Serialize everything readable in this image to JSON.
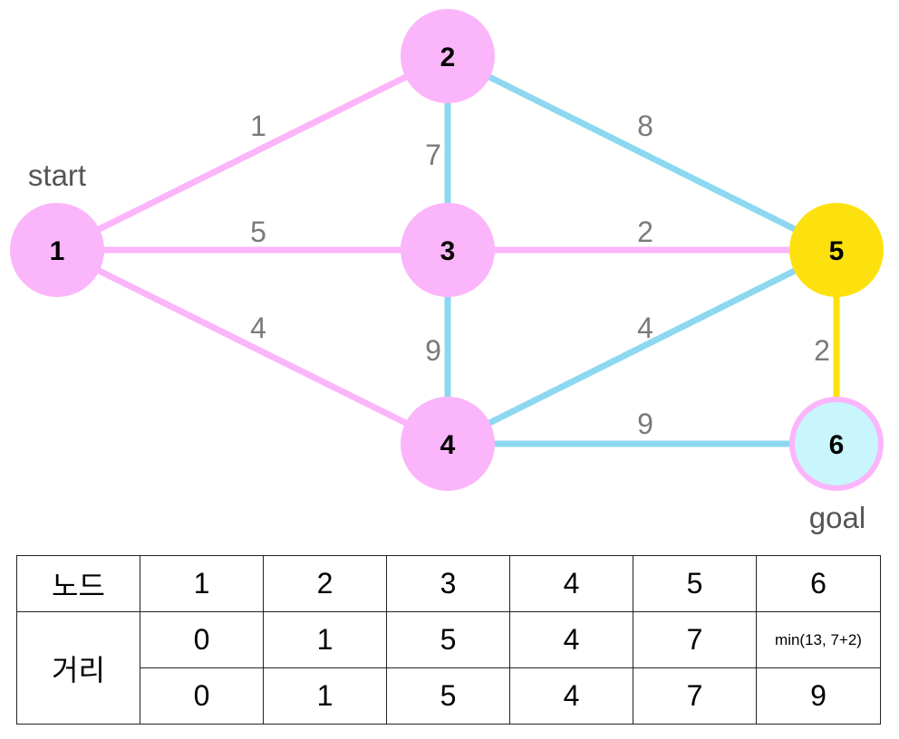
{
  "nodes": [
    {
      "id": "1",
      "label": "1",
      "fill": "#fbb5fa",
      "stroke": "#fbb5fa"
    },
    {
      "id": "2",
      "label": "2",
      "fill": "#fbb5fa",
      "stroke": "#fbb5fa"
    },
    {
      "id": "3",
      "label": "3",
      "fill": "#fbb5fa",
      "stroke": "#fbb5fa"
    },
    {
      "id": "4",
      "label": "4",
      "fill": "#fbb5fa",
      "stroke": "#fbb5fa"
    },
    {
      "id": "5",
      "label": "5",
      "fill": "#fde10f",
      "stroke": "#fde10f"
    },
    {
      "id": "6",
      "label": "6",
      "fill": "#c8f6fc",
      "stroke": "#fbb5fa"
    }
  ],
  "edges": [
    {
      "from": "1",
      "to": "2",
      "weight": "1",
      "color": "#fbb5fa"
    },
    {
      "from": "1",
      "to": "3",
      "weight": "5",
      "color": "#fbb5fa"
    },
    {
      "from": "1",
      "to": "4",
      "weight": "4",
      "color": "#fbb5fa"
    },
    {
      "from": "2",
      "to": "3",
      "weight": "7",
      "color": "#8dd8f0"
    },
    {
      "from": "2",
      "to": "5",
      "weight": "8",
      "color": "#8dd8f0"
    },
    {
      "from": "3",
      "to": "5",
      "weight": "2",
      "color": "#fbb5fa"
    },
    {
      "from": "3",
      "to": "4",
      "weight": "9",
      "color": "#8dd8f0"
    },
    {
      "from": "4",
      "to": "5",
      "weight": "4",
      "color": "#8dd8f0"
    },
    {
      "from": "4",
      "to": "6",
      "weight": "9",
      "color": "#8dd8f0"
    },
    {
      "from": "5",
      "to": "6",
      "weight": "2",
      "color": "#fde10f"
    }
  ],
  "tags": {
    "start": "start",
    "goal": "goal"
  },
  "table": {
    "header_label": "노드",
    "header_values": [
      "1",
      "2",
      "3",
      "4",
      "5",
      "6"
    ],
    "row_label": "거리",
    "row1_values": [
      "0",
      "1",
      "5",
      "4",
      "7",
      "min(13, 7+2)"
    ],
    "row2_values": [
      "0",
      "1",
      "5",
      "4",
      "7",
      "9"
    ]
  }
}
